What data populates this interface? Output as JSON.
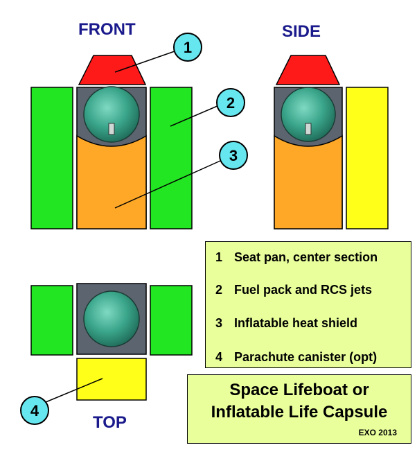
{
  "views": {
    "front": "FRONT",
    "side": "SIDE",
    "top": "TOP"
  },
  "callouts": [
    "1",
    "2",
    "3",
    "4"
  ],
  "legend": [
    {
      "num": "1",
      "text": "Seat pan, center section"
    },
    {
      "num": "2",
      "text": "Fuel pack and RCS jets"
    },
    {
      "num": "3",
      "text": "Inflatable heat shield"
    },
    {
      "num": "4",
      "text": "Parachute canister (opt)"
    }
  ],
  "title": {
    "line1": "Space Lifeboat or",
    "line2": "Inflatable Life Capsule",
    "credit": "EXO  2013"
  },
  "colors": {
    "seat_pan": "#ff1a1a",
    "fuel_pack": "#22e622",
    "heat_shield": "#ffa827",
    "parachute": "#ffff1a",
    "capsule_body": "#5c6470",
    "sphere": "#3aa58a",
    "callout_fill": "#66e6ee",
    "panel": "#e9ff9c",
    "label_text": "#1a1a8c"
  }
}
